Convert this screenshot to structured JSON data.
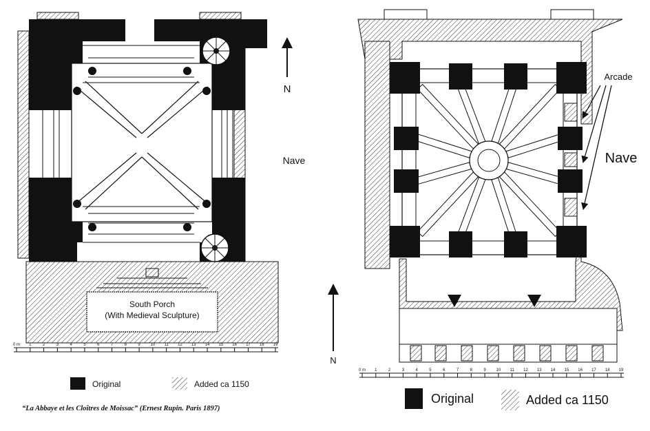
{
  "left_plan": {
    "nave_label": "Nave",
    "north_label": "N",
    "porch_title": "South Porch",
    "porch_subtitle": "(With Medieval Sculpture)",
    "legend": {
      "original": "Original",
      "added": "Added ca 1150"
    },
    "scale_ticks": [
      "0 m",
      "1",
      "2",
      "3",
      "4",
      "5",
      "6",
      "7",
      "8",
      "9",
      "10",
      "11",
      "12",
      "13",
      "14",
      "15",
      "16",
      "17",
      "18",
      "19"
    ],
    "caption": "“La Abbaye et les Cloîtres de Moissac” (Ernest Rupin. Paris 1897)"
  },
  "right_plan": {
    "arcade_label": "Arcade",
    "nave_label": "Nave",
    "north_label": "N",
    "legend": {
      "original": "Original",
      "added": "Added ca 1150"
    },
    "scale_ticks": [
      "0 m",
      "1",
      "2",
      "3",
      "4",
      "5",
      "6",
      "7",
      "8",
      "9",
      "10",
      "11",
      "12",
      "13",
      "14",
      "15",
      "16",
      "17",
      "18",
      "19"
    ]
  },
  "colors": {
    "ink": "#111111",
    "paper": "#ffffff"
  }
}
